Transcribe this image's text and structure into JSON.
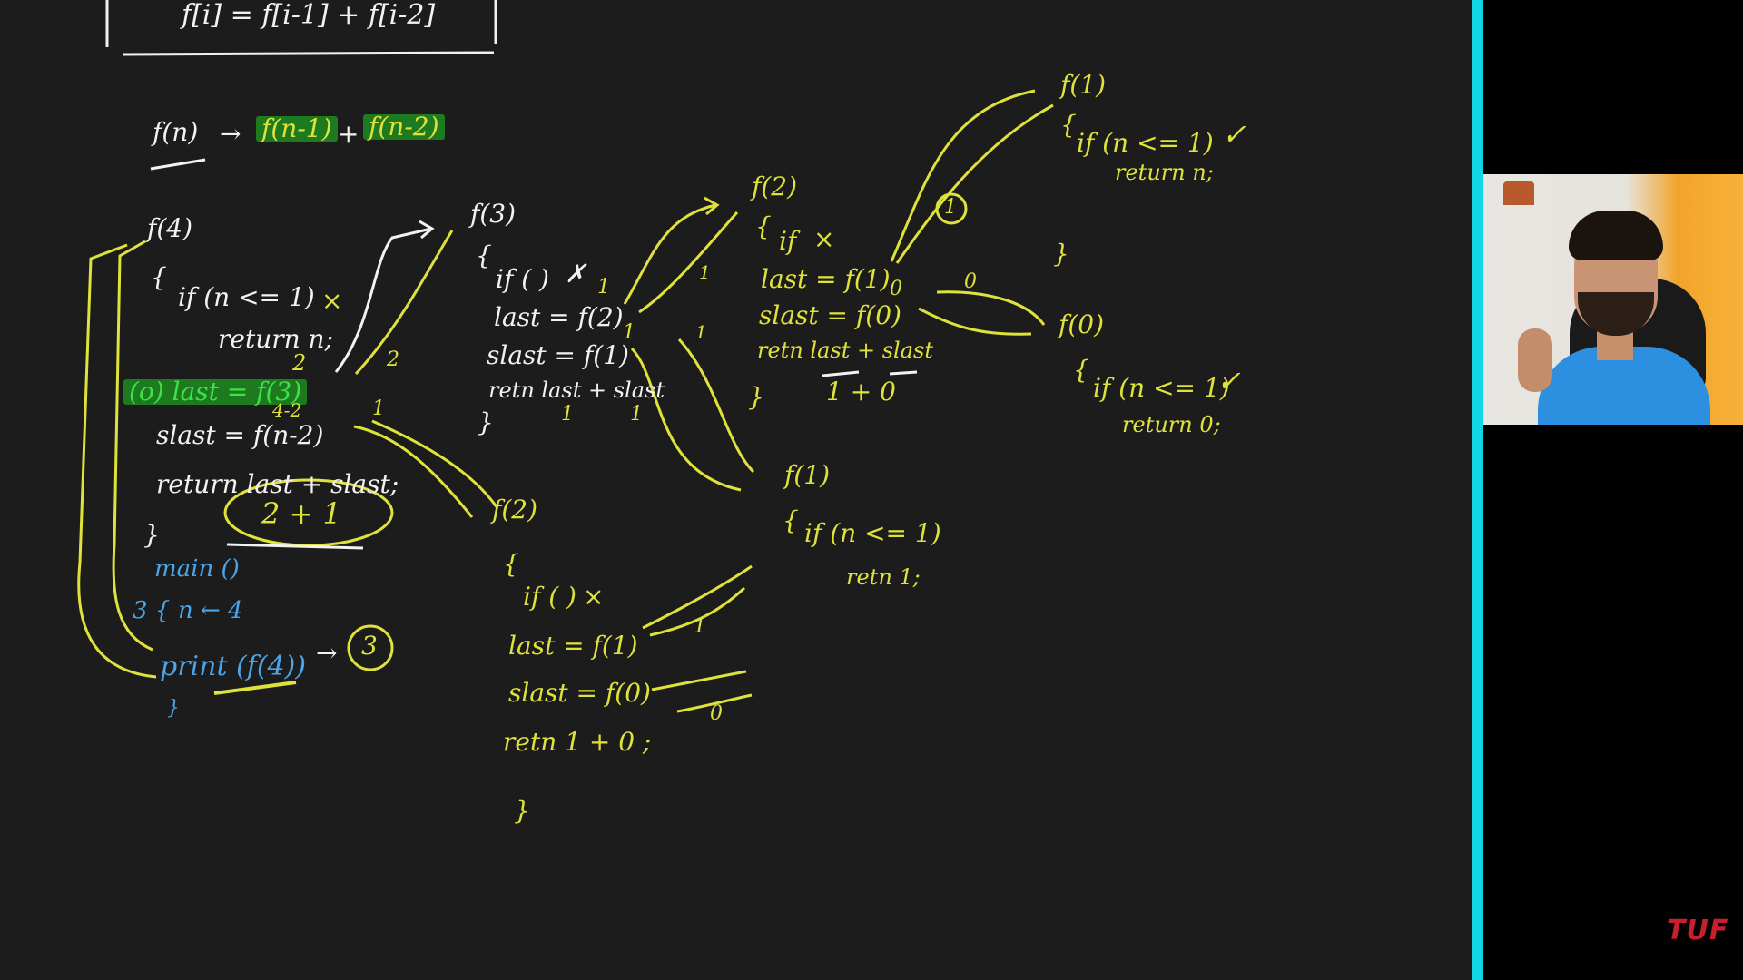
{
  "board": {
    "top_formula": "f[i] = f[i-1] + f[i-2]",
    "recurrence": {
      "lhs": "f(n)",
      "arrow": "→",
      "term1": "f(n-1)",
      "plus": "+",
      "term2": "f(n-2)"
    },
    "main_function": {
      "header": "f(4)",
      "open_brace": "{",
      "if_line": "if (n <= 1)",
      "if_mark": "×",
      "return_n": "return n;",
      "last_line": "(o) last = f(3)",
      "last_value": "2",
      "slast_line": "slast = f(n-2)",
      "slast_annot": "4-2",
      "return_line": "return last + slast;",
      "sum": "2 + 1",
      "close_brace": "}",
      "arrow_label_2": "2",
      "arrow_label_1": "1"
    },
    "main_call": {
      "main": "main ()",
      "open": "3 {",
      "assign": "n ← 4",
      "print": "print (f(4))",
      "arrow": "→",
      "result": "3",
      "close": "}"
    },
    "f3": {
      "header": "f(3)",
      "open_brace": "{",
      "if_line": "if ( )",
      "if_mark": "✗",
      "last_line": "last = f(2)",
      "last_value": "1",
      "slast_line": "slast = f(1)",
      "slast_value": "1",
      "return_line": "retn last + slast",
      "ret_a": "1",
      "ret_b": "1",
      "close_brace": "}",
      "up_label": "1",
      "down_label": "1"
    },
    "f2_top": {
      "header": "f(2)",
      "open_brace": "{",
      "if_line": "if",
      "if_mark": "×",
      "last_line": "last = f(1)",
      "last_value": "0",
      "slast_line": "slast = f(0)",
      "return_line": "retn last + slast",
      "sum": "1 + 0",
      "close_brace": "}",
      "circle_label": "1",
      "arrow_label": "0"
    },
    "f1_top": {
      "header": "f(1)",
      "open_brace": "{",
      "if_line": "if (n <= 1)",
      "check": "✓",
      "return_line": "return n;",
      "close_brace": "}"
    },
    "f0": {
      "header": "f(0)",
      "open_brace": "{",
      "if_line": "if (n <= 1)",
      "check": "✓",
      "return_line": "return 0;"
    },
    "f1_mid": {
      "header": "f(1)",
      "open_brace": "{",
      "if_line": "if (n <= 1)",
      "return_line": "retn 1;"
    },
    "f2_bottom": {
      "header": "f(2)",
      "open_brace": "{",
      "if_line": "if ( )",
      "if_mark": "×",
      "last_line": "last = f(1)",
      "slast_line": "slast = f(0)",
      "return_line": "retn 1 + 0 ;",
      "close_brace": "}",
      "label_1": "1",
      "label_0": "0"
    }
  },
  "brand_logo": "TUF",
  "colors": {
    "board_bg": "#1c1c1c",
    "accent": "#10d7e6",
    "chalk_white": "#f2f2f2",
    "chalk_yellow": "#dfe23a",
    "chalk_green": "#3fe04a",
    "chalk_blue": "#4aa6e8",
    "brand_red": "#c81e2e"
  }
}
